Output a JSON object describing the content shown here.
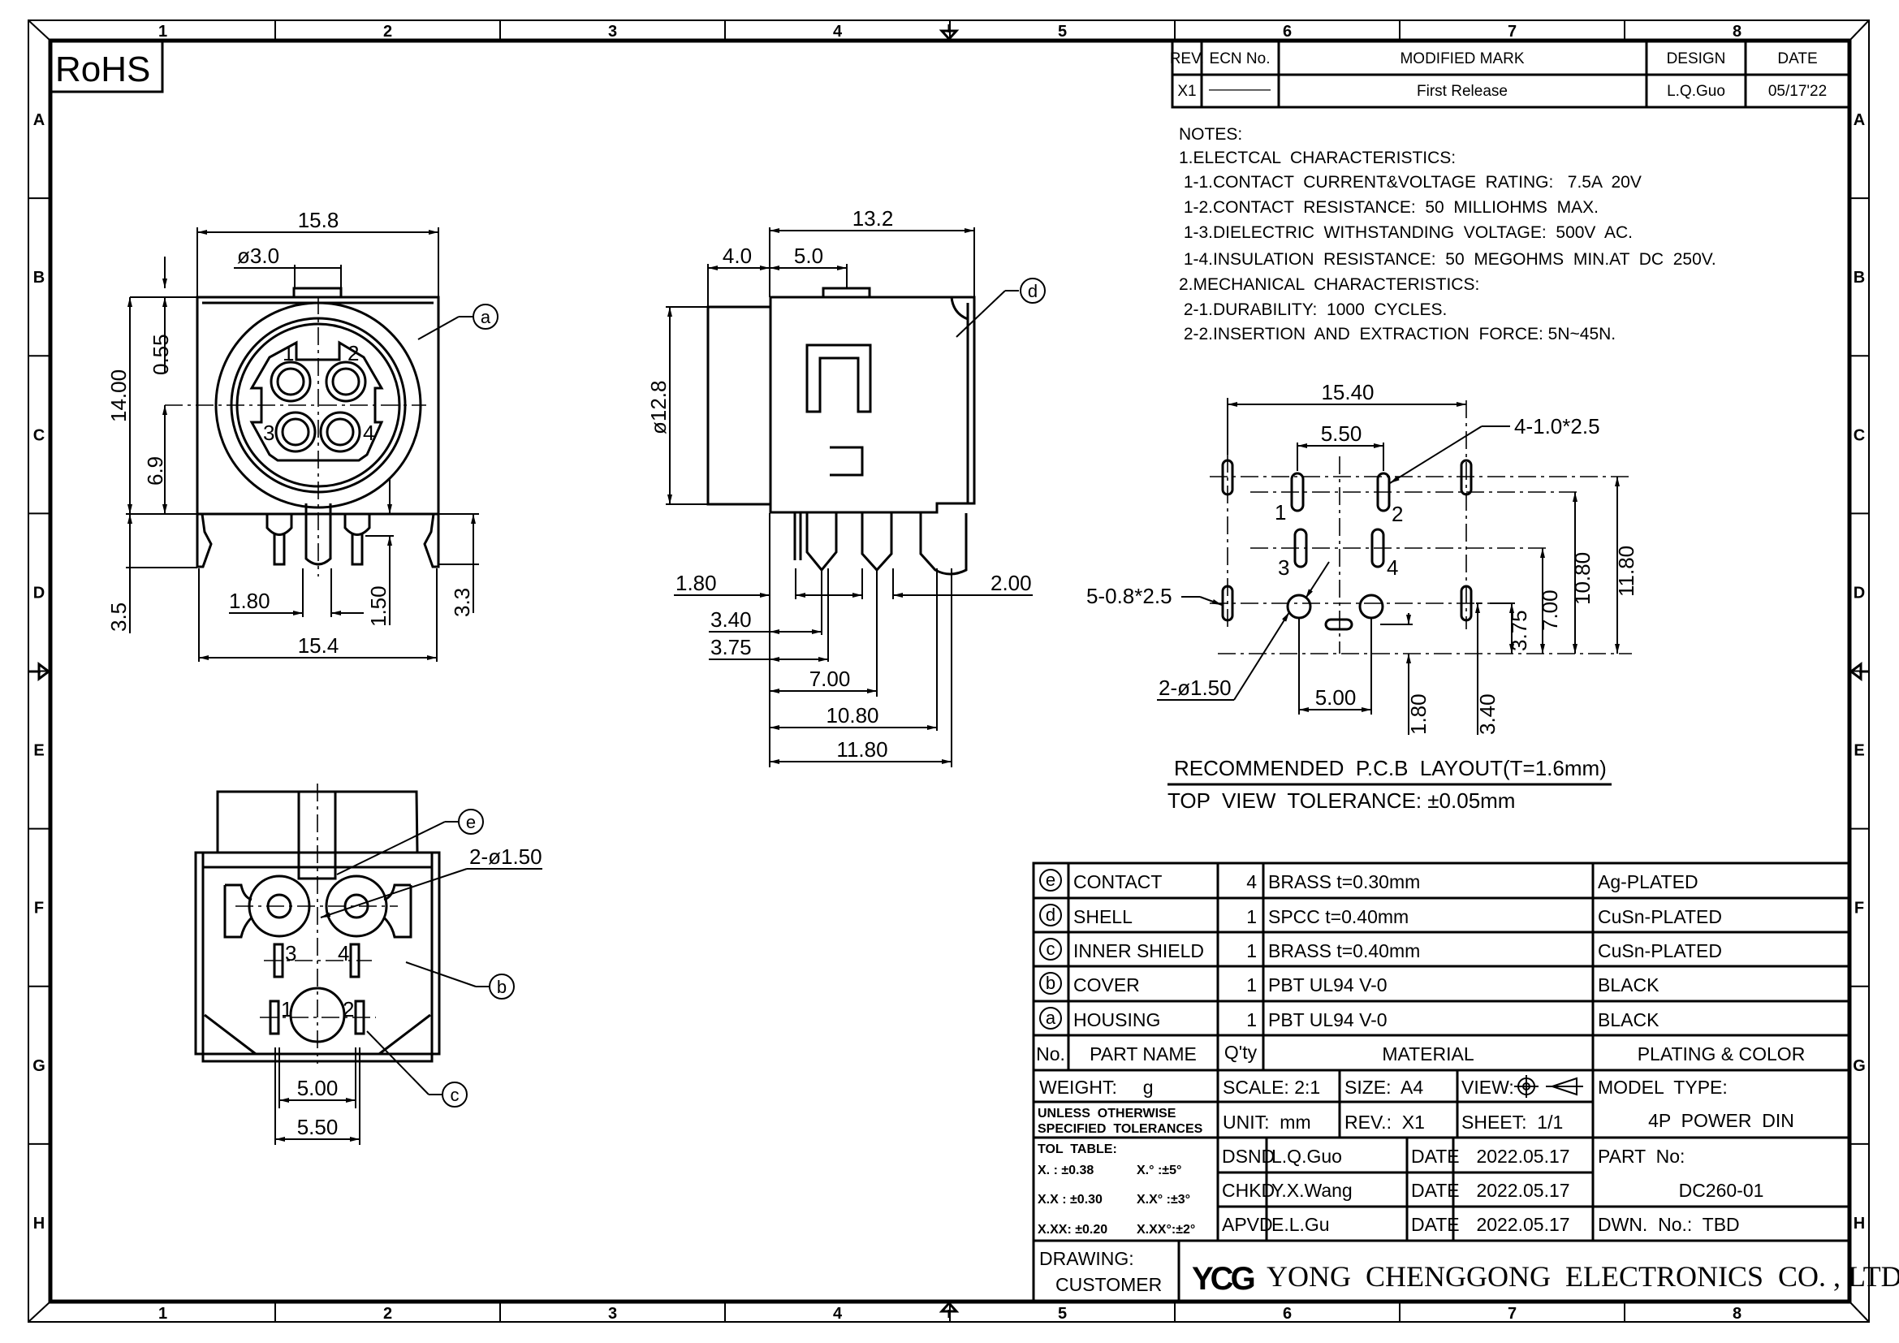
{
  "rohs_label": "RoHS",
  "zones": {
    "columns": [
      "1",
      "2",
      "3",
      "4",
      "5",
      "6",
      "7",
      "8"
    ],
    "rows": [
      "A",
      "B",
      "C",
      "D",
      "E",
      "F",
      "G",
      "H"
    ]
  },
  "revision_table": {
    "headers": [
      "REV.",
      "ECN No.",
      "MODIFIED MARK",
      "DESIGN",
      "DATE"
    ],
    "rows": [
      {
        "rev": "X1",
        "ecn": "————",
        "mark": "First Release",
        "design": "L.Q.Guo",
        "date": "05/17'22"
      }
    ]
  },
  "notes": {
    "title": "NOTES:",
    "lines": [
      "1.ELECTCAL  CHARACTERISTICS:",
      " 1-1.CONTACT  CURRENT&VOLTAGE  RATING:   7.5A  20V",
      " 1-2.CONTACT  RESISTANCE:  50  MILLIOHMS  MAX.",
      " 1-3.DIELECTRIC  WITHSTANDING  VOLTAGE:  500V  AC.",
      " 1-4.INSULATION  RESISTANCE:  50  MEGOHMS  MIN.AT  DC  250V.",
      "2.MECHANICAL  CHARACTERISTICS:",
      " 2-1.DURABILITY:  1000  CYCLES.",
      " 2-2.INSERTION  AND  EXTRACTION  FORCE: 5N~45N."
    ]
  },
  "front_view": {
    "dims": {
      "width_top": "15.8",
      "peg_dia": "ø3.0",
      "peg_height": "0.55",
      "height": "14.00",
      "center_height": "6.9",
      "pin_length": "3.5",
      "pin_offset": "1.80",
      "pin_short": "1.50",
      "tab_length": "3.3",
      "width_bottom": "15.4"
    },
    "pin_numbers": [
      "1",
      "2",
      "3",
      "4"
    ],
    "balloon": "a"
  },
  "side_view": {
    "dims": {
      "depth": "13.2",
      "front": "4.0",
      "peg_pos": "5.0",
      "height_dia": "ø12.8",
      "d1": "1.80",
      "d2": "2.00",
      "d3": "3.40",
      "d4": "3.75",
      "d5": "7.00",
      "d6": "10.80",
      "d7": "11.80"
    },
    "balloon": "d"
  },
  "bottom_view": {
    "dims": {
      "hole": "2-ø1.50",
      "pitch_inner": "5.00",
      "pitch_outer": "5.50"
    },
    "pin_numbers": [
      "1",
      "2",
      "3",
      "4"
    ],
    "balloons": [
      "e",
      "b",
      "c"
    ]
  },
  "pcb_layout": {
    "dims": {
      "width": "15.40",
      "pin_pitch": "5.50",
      "slot_large": "4-1.0*2.5",
      "slot_small": "5-0.8*2.5",
      "holes": "2-ø1.50",
      "hole_pitch": "5.00",
      "h1": "1.80",
      "h2": "3.40",
      "h3": "3.75",
      "h4": "7.00",
      "h5": "10.80",
      "h6": "11.80"
    },
    "pin_numbers": [
      "1",
      "2",
      "3",
      "4"
    ],
    "title": "RECOMMENDED  P.C.B  LAYOUT(T=1.6mm)",
    "subtitle": "TOP  VIEW  TOLERANCE: ±0.05mm"
  },
  "bom": {
    "headers": {
      "no": "No.",
      "part": "PART NAME",
      "qty": "Q'ty",
      "material": "MATERIAL",
      "plating": "PLATING & COLOR"
    },
    "rows": [
      {
        "no": "e",
        "part": "CONTACT",
        "qty": "4",
        "material": "BRASS  t=0.30mm",
        "plating": "Ag-PLATED"
      },
      {
        "no": "d",
        "part": "SHELL",
        "qty": "1",
        "material": "SPCC  t=0.40mm",
        "plating": "CuSn-PLATED"
      },
      {
        "no": "c",
        "part": "INNER  SHIELD",
        "qty": "1",
        "material": "BRASS  t=0.40mm",
        "plating": "CuSn-PLATED"
      },
      {
        "no": "b",
        "part": "COVER",
        "qty": "1",
        "material": "PBT  UL94  V-0",
        "plating": "BLACK"
      },
      {
        "no": "a",
        "part": "HOUSING",
        "qty": "1",
        "material": "PBT  UL94  V-0",
        "plating": "BLACK"
      }
    ]
  },
  "title_block": {
    "weight": "WEIGHT:     g",
    "scale": "SCALE: 2:1",
    "size": "SIZE:  A4",
    "view": "VIEW:",
    "model_type_label": "MODEL  TYPE:",
    "model_type": "4P  POWER  DIN",
    "tol_line1": "UNLESS  OTHERWISE",
    "tol_line2": "SPECIFIED  TOLERANCES",
    "unit": "UNIT:  mm",
    "rev": "REV.:  X1",
    "sheet": "SHEET:  1/1",
    "tol_table_title": "TOL  TABLE:",
    "tol_rows": [
      {
        "lin": "X.  :  ±0.38",
        "ang": "X.°  :±5°"
      },
      {
        "lin": "X.X  :  ±0.30",
        "ang": "X.X° :±3°"
      },
      {
        "lin": "X.XX:  ±0.20",
        "ang": "X.XX°:±2°"
      }
    ],
    "signoff": [
      {
        "role": "DSND",
        "name": "L.Q.Guo",
        "date_label": "DATE",
        "date": "2022.05.17"
      },
      {
        "role": "CHKD",
        "name": "Y.X.Wang",
        "date_label": "DATE",
        "date": "2022.05.17"
      },
      {
        "role": "APVD",
        "name": "E.L.Gu",
        "date_label": "DATE",
        "date": "2022.05.17"
      }
    ],
    "part_no_label": "PART  No:",
    "part_no": "DC260-01",
    "dwn_no": "DWN.  No.:  TBD",
    "drawing_label": "DRAWING:",
    "drawing_value": "CUSTOMER",
    "logo_text": "YCG",
    "company": "YONG  CHENGGONG  ELECTRONICS  CO. , LTD."
  }
}
